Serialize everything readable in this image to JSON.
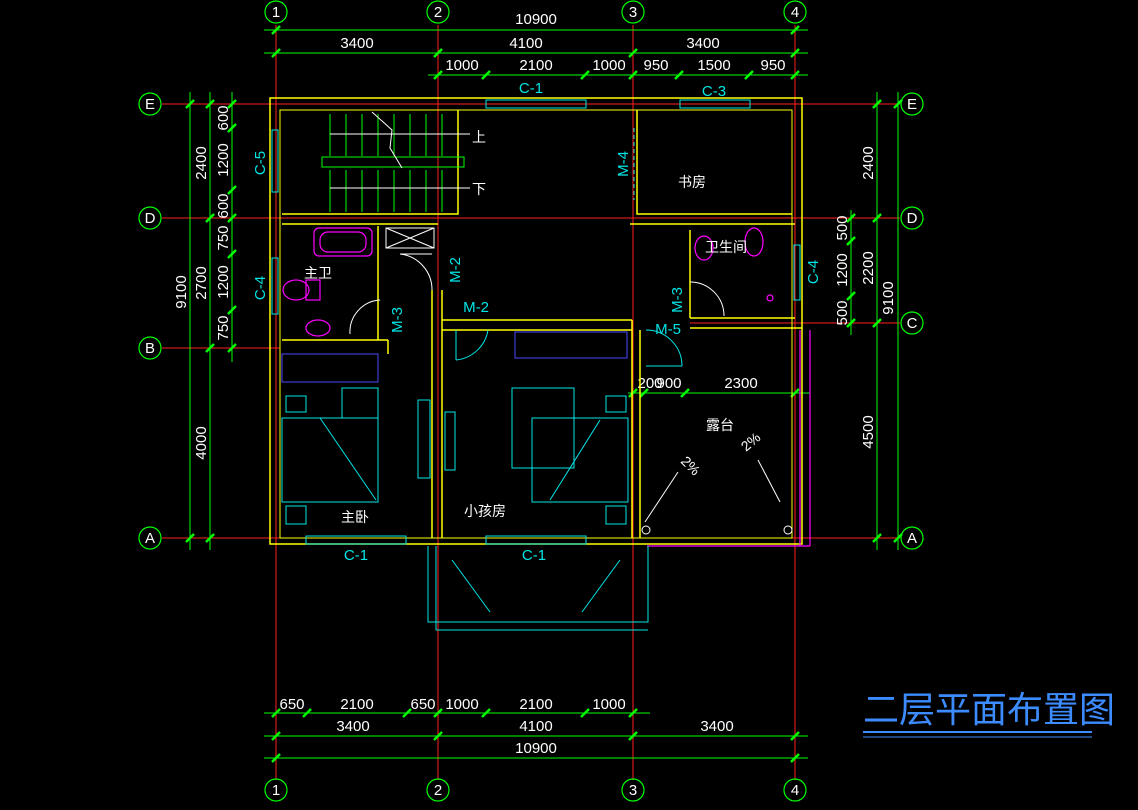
{
  "title": "二层平面布置图",
  "axes": {
    "columns": [
      "1",
      "2",
      "3",
      "4"
    ],
    "rows": [
      "E",
      "D",
      "C",
      "B",
      "A"
    ]
  },
  "dims_top": {
    "total": "10900",
    "spans": [
      "3400",
      "4100",
      "3400"
    ],
    "detail": [
      "1000",
      "2100",
      "1000",
      "950",
      "1500",
      "950"
    ]
  },
  "dims_bottom": {
    "detail": [
      "650",
      "2100",
      "650",
      "1000",
      "2100",
      "1000"
    ],
    "spans": [
      "3400",
      "4100",
      "3400"
    ],
    "total": "10900"
  },
  "dims_left": {
    "total": "9100",
    "spans": [
      "2400",
      "2700",
      "4000"
    ],
    "detail": [
      "600",
      "1200",
      "600",
      "750",
      "1200",
      "750"
    ]
  },
  "dims_right": {
    "total": "9100",
    "spans": [
      "2400",
      "2200",
      "4500"
    ],
    "detail": [
      "500",
      "1200",
      "500"
    ]
  },
  "balcony_dims": [
    "200",
    "900",
    "2300"
  ],
  "rooms": {
    "study": "书房",
    "master_bath": "主卫",
    "bath": "卫生间",
    "master_bed": "主卧",
    "kids_room": "小孩房",
    "terrace": "露台"
  },
  "stair": {
    "up": "上",
    "down": "下"
  },
  "windows": {
    "c1_top": "C-1",
    "c3": "C-3",
    "c5": "C-5",
    "c4_left": "C-4",
    "c4_right": "C-4",
    "c1_bottom_left": "C-1",
    "c1_bottom_mid": "C-1"
  },
  "doors": {
    "m4": "M-4",
    "m2_a": "M-2",
    "m2_b": "M-2",
    "m3_a": "M-3",
    "m3_b": "M-3",
    "m5": "M-5"
  },
  "slopes": [
    "2%",
    "2%"
  ],
  "colors": {
    "grid": "#ff2020",
    "dim": "#00ff00",
    "wall": "#ffff00",
    "furniture": "#00e6e6",
    "sanitary": "#ff00ff",
    "title": "#3c8cff"
  }
}
